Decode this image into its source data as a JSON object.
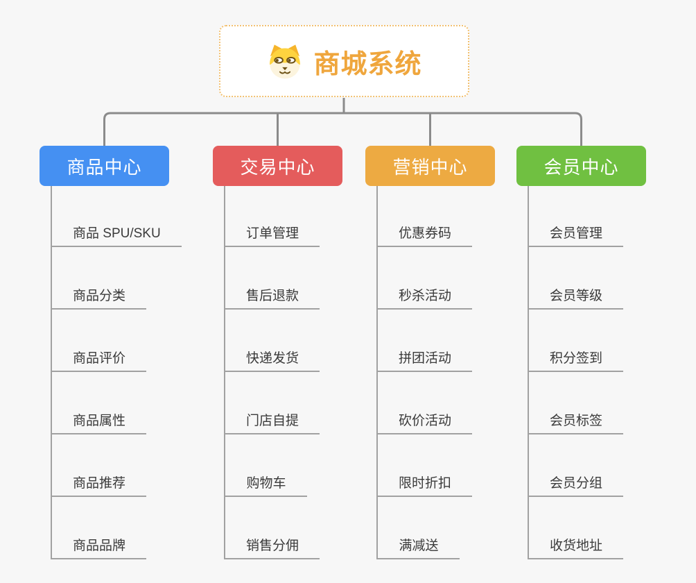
{
  "canvas": {
    "background_color": "#f7f7f7",
    "tree_connector_color": "#8b8b8b",
    "item_line_color": "#a1a1a1",
    "item_text_color": "#3a3a3a"
  },
  "root": {
    "title": "商城系统",
    "title_color": "#efa63d",
    "border_color": "#f2c070",
    "icon": "dog-face-icon"
  },
  "branches": [
    {
      "id": "product-center",
      "label": "商品中心",
      "color": "#4590f2",
      "items": [
        "商品 SPU/SKU",
        "商品分类",
        "商品评价",
        "商品属性",
        "商品推荐",
        "商品品牌"
      ]
    },
    {
      "id": "trade-center",
      "label": "交易中心",
      "color": "#e45c5c",
      "items": [
        "订单管理",
        "售后退款",
        "快递发货",
        "门店自提",
        "购物车",
        "销售分佣"
      ]
    },
    {
      "id": "marketing-center",
      "label": "营销中心",
      "color": "#edaa42",
      "items": [
        "优惠券码",
        "秒杀活动",
        "拼团活动",
        "砍价活动",
        "限时折扣",
        "满减送"
      ]
    },
    {
      "id": "member-center",
      "label": "会员中心",
      "color": "#70c041",
      "items": [
        "会员管理",
        "会员等级",
        "积分签到",
        "会员标签",
        "会员分组",
        "收货地址"
      ]
    }
  ]
}
